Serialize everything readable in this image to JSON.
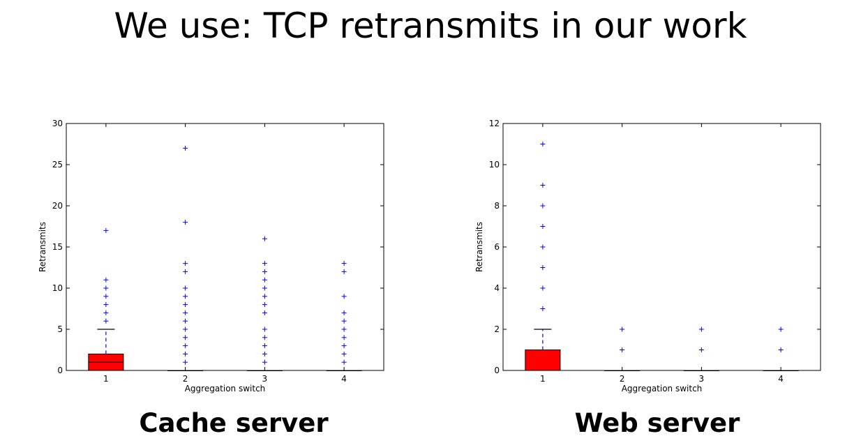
{
  "slide": {
    "title": "We use: TCP retransmits in our work",
    "captions": [
      "Cache server",
      "Web server"
    ]
  },
  "chart_data": [
    {
      "type": "box",
      "xlabel": "Aggregation switch",
      "ylabel": "Retransmits",
      "categories": [
        "1",
        "2",
        "3",
        "4"
      ],
      "ylim": [
        0,
        30
      ],
      "yticks": [
        0,
        5,
        10,
        15,
        20,
        25,
        30
      ],
      "box_color": "#ff0000",
      "outlier_color": "#0000ff",
      "boxes": [
        {
          "q1": 0,
          "median": 1,
          "q3": 2,
          "whisker_low": 0,
          "whisker_high": 5,
          "outliers": [
            6,
            7,
            8,
            9,
            10,
            11,
            17
          ]
        },
        {
          "q1": 0,
          "median": 0,
          "q3": 0,
          "whisker_low": 0,
          "whisker_high": 0,
          "outliers": [
            1,
            2,
            3,
            4,
            5,
            6,
            7,
            8,
            9,
            10,
            12,
            13,
            18,
            27
          ]
        },
        {
          "q1": 0,
          "median": 0,
          "q3": 0,
          "whisker_low": 0,
          "whisker_high": 0,
          "outliers": [
            1,
            2,
            3,
            4,
            5,
            7,
            8,
            9,
            10,
            11,
            12,
            13,
            16
          ]
        },
        {
          "q1": 0,
          "median": 0,
          "q3": 0,
          "whisker_low": 0,
          "whisker_high": 0,
          "outliers": [
            1,
            2,
            3,
            4,
            5,
            6,
            7,
            9,
            12,
            13
          ]
        }
      ]
    },
    {
      "type": "box",
      "xlabel": "Aggregation switch",
      "ylabel": "Retransmits",
      "categories": [
        "1",
        "2",
        "3",
        "4"
      ],
      "ylim": [
        0,
        12
      ],
      "yticks": [
        0,
        2,
        4,
        6,
        8,
        10,
        12
      ],
      "box_color": "#ff0000",
      "outlier_color": "#0000ff",
      "boxes": [
        {
          "q1": 0,
          "median": 0,
          "q3": 1,
          "whisker_low": 0,
          "whisker_high": 2,
          "outliers": [
            3,
            4,
            5,
            6,
            7,
            8,
            9,
            11
          ]
        },
        {
          "q1": 0,
          "median": 0,
          "q3": 0,
          "whisker_low": 0,
          "whisker_high": 0,
          "outliers": [
            1,
            2
          ]
        },
        {
          "q1": 0,
          "median": 0,
          "q3": 0,
          "whisker_low": 0,
          "whisker_high": 0,
          "outliers": [
            1,
            2
          ]
        },
        {
          "q1": 0,
          "median": 0,
          "q3": 0,
          "whisker_low": 0,
          "whisker_high": 0,
          "outliers": [
            1,
            2
          ]
        }
      ]
    }
  ]
}
